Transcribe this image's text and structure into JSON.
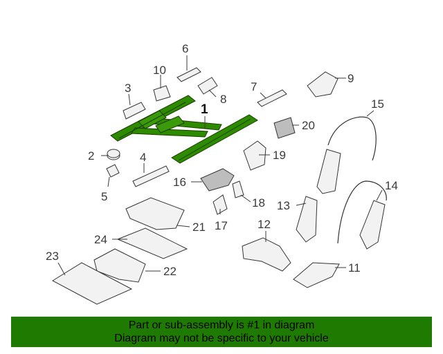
{
  "diagram": {
    "highlight_color": "#2e8b00",
    "callouts": {
      "c1": "1",
      "c2": "2",
      "c3": "3",
      "c4": "4",
      "c5": "5",
      "c6": "6",
      "c7": "7",
      "c8": "8",
      "c9": "9",
      "c10": "10",
      "c11": "11",
      "c12": "12",
      "c13": "13",
      "c14": "14",
      "c15": "15",
      "c16": "16",
      "c17": "17",
      "c18": "18",
      "c19": "19",
      "c20": "20",
      "c21": "21",
      "c22": "22",
      "c23": "23",
      "c24": "24"
    }
  },
  "banner": {
    "color": "#1e7a00",
    "line1": "Part or sub-assembly is #1 in diagram",
    "line2": "Diagram may not be specific to your vehicle"
  }
}
